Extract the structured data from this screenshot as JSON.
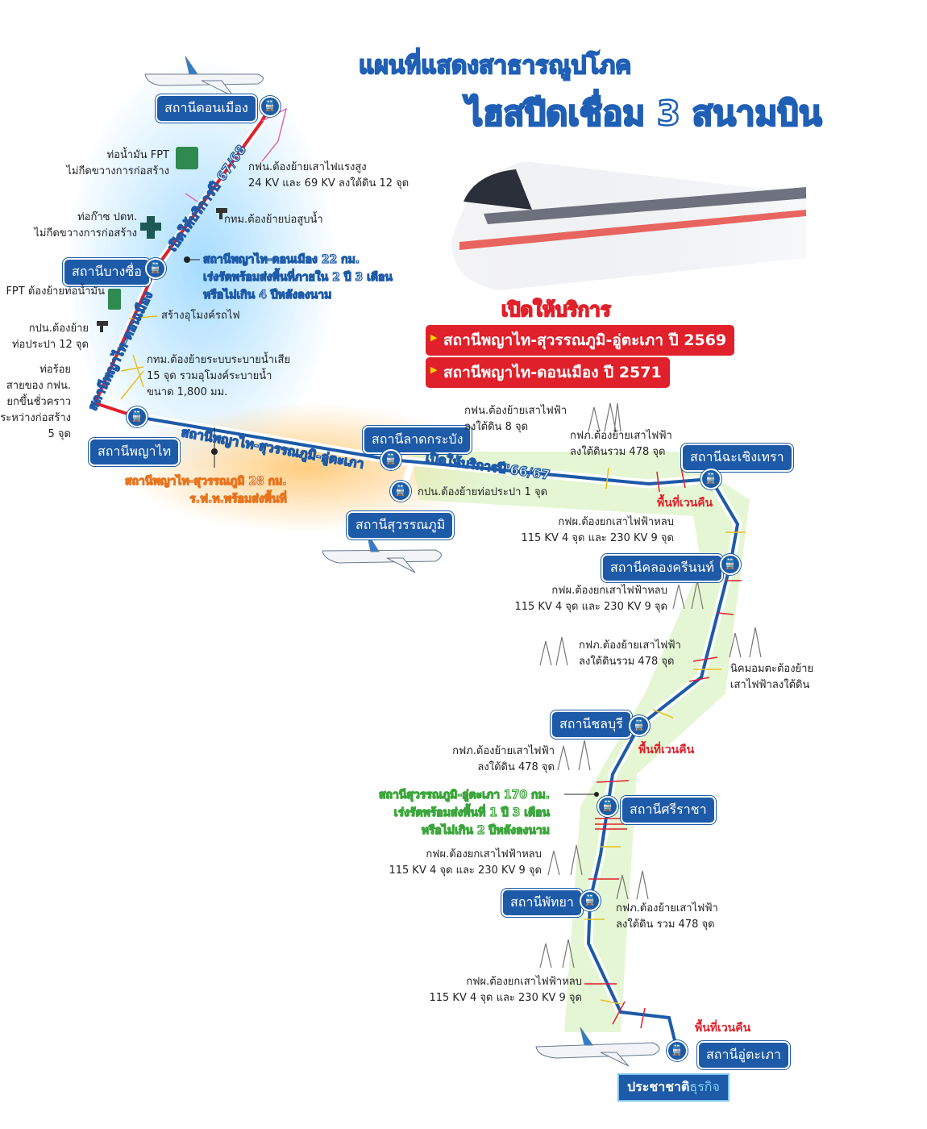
{
  "title": {
    "line1": "แผนที่แสดงสาธารณูปโภค",
    "line2": "ไฮสปีดเชื่อม 3 สนามบิน"
  },
  "service": {
    "heading": "เปิดให้บริการ",
    "items": [
      "สถานีพญาไท-สุวรรณภูมิ-อู่ตะเภา ปี 2569",
      "สถานีพญาไท-ดอนเมือง ปี 2571"
    ]
  },
  "stations": {
    "don_mueang": "สถานีดอนเมือง",
    "bang_sue": "สถานีบางซื่อ",
    "phaya_thai": "สถานีพญาไท",
    "lat_krabang": "สถานีลาดกระบัง",
    "suvarnabhumi": "สถานีสุวรรณภูมิ",
    "chachoengsao": "สถานีฉะเชิงเทรา",
    "khlong_kruen": "สถานีคลองครีนนท์",
    "chonburi": "สถานีชลบุรี",
    "si_racha": "สถานีศรีราชา",
    "pattaya": "สถานีพัทยา",
    "u_tapao": "สถานีอู่ตะเภา"
  },
  "route_labels": {
    "red_line": "เปิดให้บริการปี 67/68",
    "red_line_name": "สถานีพญาไท-ดอนเมือง",
    "blue_line_name": "สถานีพญาไท-สุวรรณภูมิ-อู่ตะเภา",
    "blue_open": "เปิดให้บริการปี'66/67"
  },
  "highlights": {
    "dm": [
      "สถานีพญาไท-ดอนเมือง 22 กม.",
      "เร่งรัดพร้อมส่งพื้นที่ภายใน 2 ปี 3 เดือน",
      "หรือไม่เกิน 4 ปีหลังลงนาม"
    ],
    "sv": [
      "สถานีพญาไท-สุวรรณภูมิ 28 กม.",
      "ร.ฟ.ท.พร้อมส่งพื้นที่"
    ],
    "ut": [
      "สถานีสุวรรณภูมิ-อู่ตะเภา 170 กม.",
      "เร่งรัดพร้อมส่งพื้นที่ 1 ปี 3 เดือน",
      "หรือไม่เกิน 2 ปีหลังลงนาม"
    ]
  },
  "notes": {
    "fpt_pipe": [
      "ท่อน้ำมัน FPT",
      "ไม่กีดขวางการก่อสร้าง"
    ],
    "mea_24kv": [
      "กฟน.ต้องย้ายเสาไฟแรงสูง",
      "24 KV และ 69 KV ลงใต้ดิน 12 จุด"
    ],
    "ptt_gas": [
      "ท่อก๊าซ ปตท.",
      "ไม่กีดขวางการก่อสร้าง"
    ],
    "bma_pump": "กทม.ต้องย้ายบ่อสูบน้ำ",
    "fpt_move": "FPT ต้องย้ายท่อน้ำมัน",
    "tunnel": "สร้างอุโมงค์รถไฟ",
    "mwa_12": [
      "กปน.ต้องย้าย",
      "ท่อประปา 12 จุด"
    ],
    "sewer": [
      "กทม.ต้องย้ายระบบระบายน้ำเสีย",
      "15 จุด รวมอุโมงค์ระบายน้ำ",
      "ขนาด 1,800 มม."
    ],
    "mea_conduit": [
      "ท่อร้อย",
      "สายของ กฟน.",
      "ยกขึ้นชั่วคราว",
      "ระหว่างก่อสร้าง",
      "5 จุด"
    ],
    "mea_8": [
      "กฟน.ต้องย้ายเสาไฟฟ้า",
      "ลงใต้ดิน 8 จุด"
    ],
    "mwa_1": "กปน.ต้องย้ายท่อประปา 1 จุด",
    "pea_478a": [
      "กฟภ.ต้องย้ายเสาไฟฟ้า",
      "ลงใต้ดินรวม 478 จุด"
    ],
    "expropriate1": "พื้นที่เวนคืน",
    "egat_a": [
      "กฟผ.ต้องยกเสาไฟฟ้าหลบ",
      "115 KV 4 จุด และ 230 KV 9 จุด"
    ],
    "egat_b": [
      "กฟผ.ต้องยกเสาไฟฟ้าหลบ",
      "115 KV 4 จุด และ 230 KV 9 จุด"
    ],
    "pea_478b": [
      "กฟภ.ต้องย้ายเสาไฟฟ้า",
      "ลงใต้ดินรวม 478 จุด"
    ],
    "estate": [
      "นิคมอมตะต้องย้าย",
      "เสาไฟฟ้าลงใต้ดิน"
    ],
    "pea_478c": [
      "กฟภ.ต้องย้ายเสาไฟฟ้า",
      "ลงใต้ดิน 478 จุด"
    ],
    "expropriate2": "พื้นที่เวนคืน",
    "egat_c": [
      "กฟผ.ต้องยกเสาไฟฟ้าหลบ",
      "115 KV 4 จุด และ 230 KV 9 จุด"
    ],
    "pea_478d": [
      "กฟภ.ต้องย้ายเสาไฟฟ้า",
      "ลงใต้ดิน รวม 478 จุด"
    ],
    "egat_d": [
      "กฟผ.ต้องยกเสาไฟฟ้าหลบ",
      "115 KV 4 จุด และ 230 KV 9 จุด"
    ],
    "expropriate3": "พื้นที่เวนคืน"
  },
  "intl": {
    "a": "ประชาชาติ",
    "b": "ธุรกิจ"
  },
  "colors": {
    "blue": "#1d5aa8",
    "red": "#e0202a",
    "orange": "#e8731c",
    "green": "#3aa53a"
  }
}
